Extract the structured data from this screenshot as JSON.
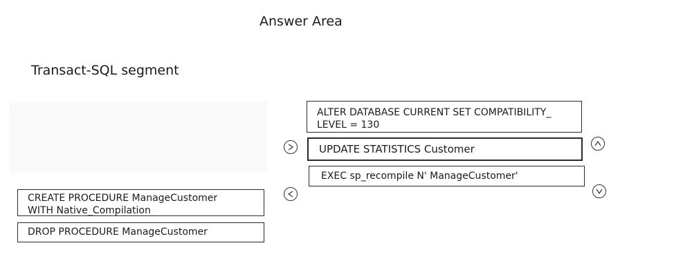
{
  "header": {
    "title": "Answer Area"
  },
  "source": {
    "heading": "Transact-SQL segment",
    "items": [
      {
        "line1": "CREATE PROCEDURE ManageCustomer",
        "line2": "WITH Native_Compilation"
      },
      {
        "line1": "DROP PROCEDURE ManageCustomer",
        "line2": ""
      }
    ]
  },
  "answer": {
    "items": [
      {
        "line1": "ALTER DATABASE CURRENT SET COMPATIBILITY_",
        "line2": "LEVEL = 130"
      },
      {
        "line1": "UPDATE STATISTICS Customer",
        "line2": ""
      },
      {
        "line1": "EXEC sp_recompile N' ManageCustomer'",
        "line2": ""
      }
    ]
  },
  "controls": {
    "move_right": "move-right-icon",
    "move_left": "move-left-icon",
    "move_up": "move-up-icon",
    "move_down": "move-down-icon"
  }
}
